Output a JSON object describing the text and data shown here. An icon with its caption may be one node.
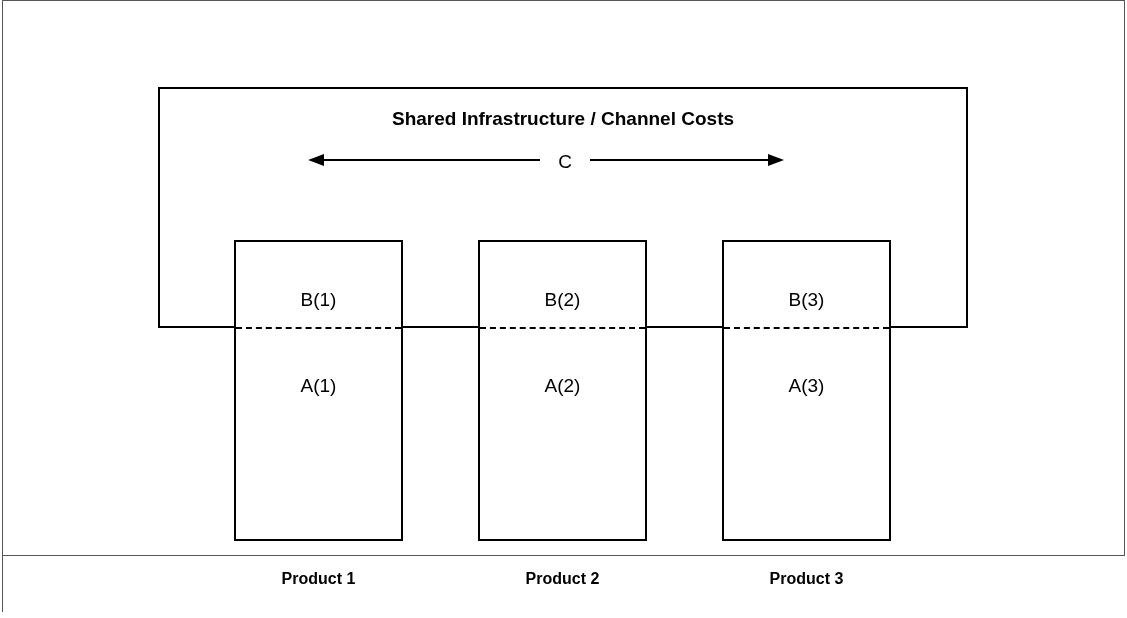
{
  "diagram": {
    "nodes": [
      {
        "text": [
          "Shared Infrastructure / Channel Costs"
        ]
      },
      {
        "text": [
          "B(1)",
          "A(1)"
        ],
        "beside": [
          "Product 1"
        ]
      },
      {
        "text": [
          "B(2)",
          "A(2)"
        ],
        "beside": [
          "Product 2"
        ]
      },
      {
        "text": [
          "B(3)",
          "A(3)"
        ],
        "beside": [
          "Product 3"
        ]
      }
    ],
    "labels": [
      "C"
    ]
  }
}
